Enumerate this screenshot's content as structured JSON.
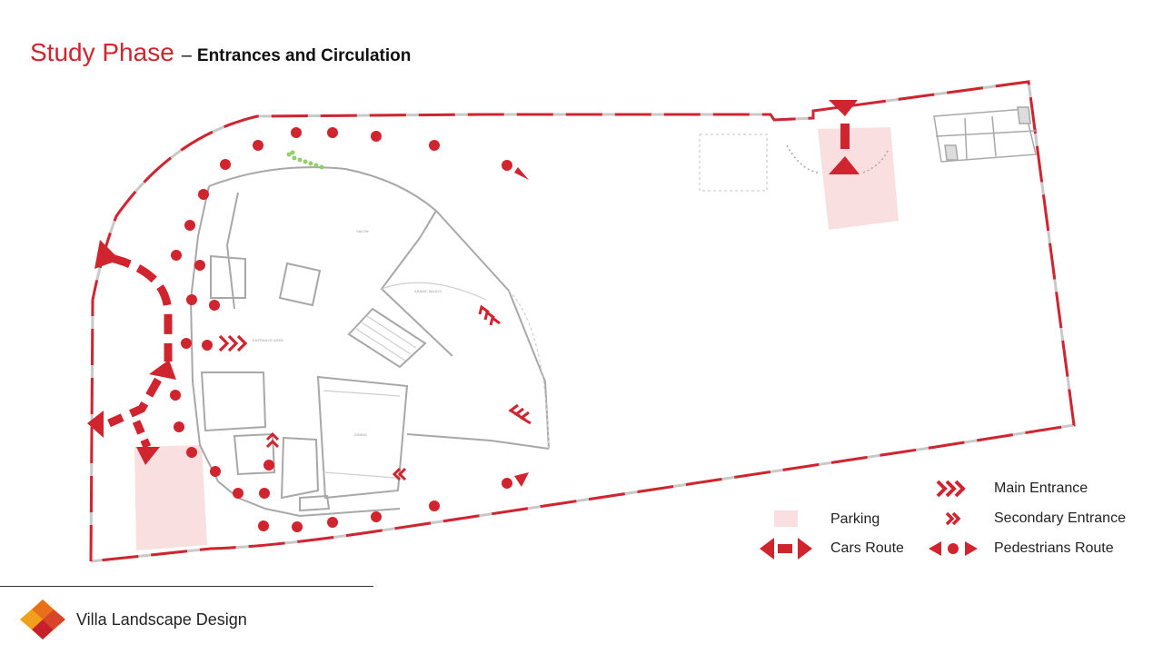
{
  "header": {
    "title": "Study Phase",
    "separator": "–",
    "subtitle": "Entrances and Circulation"
  },
  "legend": {
    "parking": "Parking",
    "cars_route": "Cars Route",
    "main_entrance": "Main Entrance",
    "secondary_entrance": "Secondary Entrance",
    "pedestrians_route": "Pedestrians Route"
  },
  "footer": {
    "project": "Villa Landscape Design"
  },
  "colors": {
    "accent": "#d0242f",
    "parking": "#f9dfe0",
    "walls": "#a8a8a8",
    "logo_red": "#c8202a",
    "logo_yellow": "#f6c21a",
    "logo_orange": "#e8701a"
  },
  "plan_labels": {
    "salon": "SALON",
    "arabic_majlis": "ARABIC MAJLIS",
    "entrance_area": "ENTRANCE AREA",
    "dining": "DINING"
  }
}
